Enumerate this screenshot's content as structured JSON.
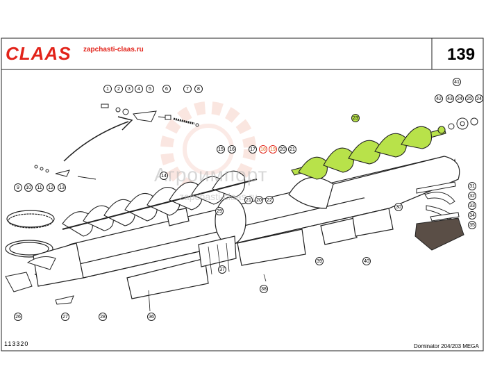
{
  "header": {
    "brand": "CLAAS",
    "site": "zapchasti-claas.ru",
    "page_number": "139"
  },
  "footer": {
    "drawing_id": "113320",
    "model": "Dominator 204/203 MEGA"
  },
  "watermark": {
    "main": "Агроимпорт",
    "site": "zapchasti-claas.ru"
  },
  "colors": {
    "brand_red": "#e2231a",
    "highlight_green": "#b8e24a",
    "outline": "#222222"
  },
  "callouts": [
    {
      "label": "1"
    },
    {
      "label": "2"
    },
    {
      "label": "3"
    },
    {
      "label": "4"
    },
    {
      "label": "5"
    },
    {
      "label": "7"
    },
    {
      "label": "8"
    },
    {
      "label": "41"
    },
    {
      "label": "42"
    },
    {
      "label": "43"
    },
    {
      "label": "24"
    },
    {
      "label": "25"
    },
    {
      "label": "24"
    },
    {
      "label": "23"
    },
    {
      "label": "15"
    },
    {
      "label": "16"
    },
    {
      "label": "17"
    },
    {
      "label": "18"
    },
    {
      "label": "19"
    },
    {
      "label": "20"
    },
    {
      "label": "21"
    },
    {
      "label": "14"
    },
    {
      "label": "21"
    },
    {
      "label": "20"
    },
    {
      "label": "22"
    },
    {
      "label": "9"
    },
    {
      "label": "10"
    },
    {
      "label": "11"
    },
    {
      "label": "12"
    },
    {
      "label": "13"
    },
    {
      "label": "29"
    },
    {
      "label": "31"
    },
    {
      "label": "32"
    },
    {
      "label": "33"
    },
    {
      "label": "34"
    },
    {
      "label": "35"
    },
    {
      "label": "30"
    },
    {
      "label": "39"
    },
    {
      "label": "40"
    },
    {
      "label": "37"
    },
    {
      "label": "38"
    },
    {
      "label": "26"
    },
    {
      "label": "27"
    },
    {
      "label": "28"
    },
    {
      "label": "36"
    },
    {
      "label": "6"
    }
  ]
}
